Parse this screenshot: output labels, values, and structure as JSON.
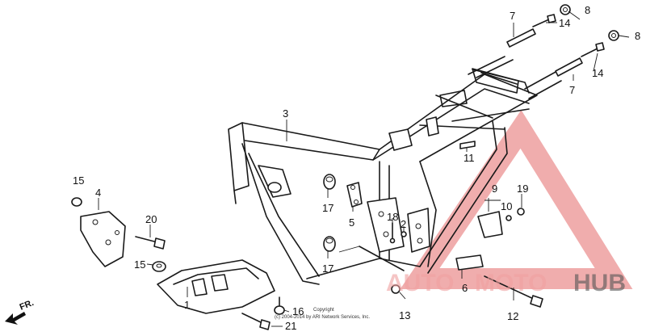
{
  "callouts": [
    {
      "id": "c8a",
      "label": "8"
    },
    {
      "id": "c7a",
      "label": "7"
    },
    {
      "id": "c14a",
      "label": "14"
    },
    {
      "id": "c8b",
      "label": "8"
    },
    {
      "id": "c7b",
      "label": "7"
    },
    {
      "id": "c14b",
      "label": "14"
    },
    {
      "id": "c3",
      "label": "3"
    },
    {
      "id": "c11",
      "label": "11"
    },
    {
      "id": "c15a",
      "label": "15"
    },
    {
      "id": "c4",
      "label": "4"
    },
    {
      "id": "c20",
      "label": "20"
    },
    {
      "id": "c17a",
      "label": "17"
    },
    {
      "id": "c5",
      "label": "5"
    },
    {
      "id": "c18",
      "label": "18"
    },
    {
      "id": "c2",
      "label": "2"
    },
    {
      "id": "c9",
      "label": "9"
    },
    {
      "id": "c19",
      "label": "19"
    },
    {
      "id": "c10",
      "label": "10"
    },
    {
      "id": "c15b",
      "label": "15"
    },
    {
      "id": "c17b",
      "label": "17"
    },
    {
      "id": "c6",
      "label": "6"
    },
    {
      "id": "c13",
      "label": "13"
    },
    {
      "id": "c12",
      "label": "12"
    },
    {
      "id": "c1",
      "label": "1"
    },
    {
      "id": "c16",
      "label": "16"
    },
    {
      "id": "c21",
      "label": "21"
    }
  ],
  "direction_label": "FR.",
  "copyright_lines": [
    "Copyright",
    "(c) 2004-2014 by ARI Network Services, Inc."
  ],
  "watermark": {
    "text_part1": "AUTO",
    "text_part2": "MOTO",
    "text_part3": "HUB",
    "color_accent": "#f0a0a0",
    "color_dark": "#555555"
  }
}
